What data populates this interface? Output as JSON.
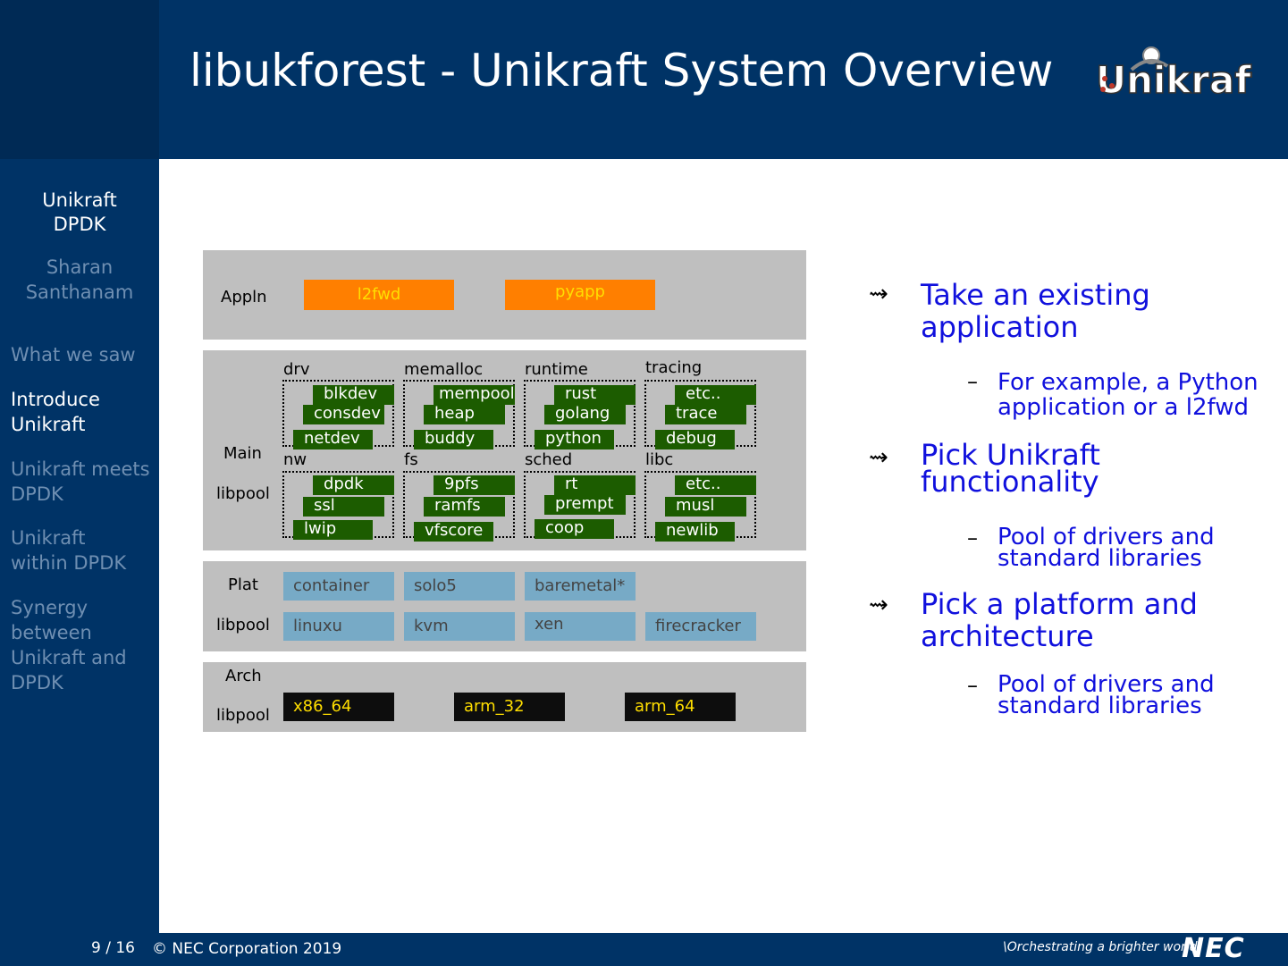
{
  "title": "libukforest - Unikraft System Overview",
  "logo_text": "Unikraft",
  "sidebar": {
    "talk_title_1": "Unikraft",
    "talk_title_2": "DPDK",
    "author_1": "Sharan",
    "author_2": "Santhanam",
    "sections": [
      {
        "label_1": "What we saw",
        "label_2": ""
      },
      {
        "label_1": "Introduce",
        "label_2": "Unikraft"
      },
      {
        "label_1": "Unikraft meets",
        "label_2": "DPDK"
      },
      {
        "label_1": "Unikraft",
        "label_2": "within DPDK"
      },
      {
        "label_1": "Synergy",
        "label_2": "between",
        "label_3": "Unikraft and",
        "label_4": "DPDK"
      }
    ],
    "active_section": 1
  },
  "diagram": {
    "appln": {
      "label": "Appln",
      "apps": [
        "l2fwd",
        "pyapp"
      ]
    },
    "main": {
      "label_1": "Main",
      "label_2": "libpool",
      "groups_top": [
        {
          "title": "drv",
          "items": [
            "blkdev",
            "consdev",
            "netdev"
          ]
        },
        {
          "title": "memalloc",
          "items": [
            "mempool",
            "heap",
            "buddy"
          ]
        },
        {
          "title": "runtime",
          "items": [
            "rust",
            "golang",
            "python"
          ]
        },
        {
          "title": "tracing",
          "items": [
            "etc..",
            "trace",
            "debug"
          ]
        }
      ],
      "groups_bottom": [
        {
          "title": "nw",
          "items": [
            "dpdk",
            "ssl",
            "lwip"
          ]
        },
        {
          "title": "fs",
          "items": [
            "9pfs",
            "ramfs",
            "vfscore"
          ]
        },
        {
          "title": "sched",
          "items": [
            "rt",
            "prempt",
            "coop"
          ]
        },
        {
          "title": "libc",
          "items": [
            "etc..",
            "musl",
            "newlib"
          ]
        }
      ]
    },
    "plat": {
      "label_1": "Plat",
      "label_2": "libpool",
      "row1": [
        "container",
        "solo5",
        "baremetal*"
      ],
      "row2": [
        "linuxu",
        "kvm",
        "xen",
        "firecracker"
      ]
    },
    "arch": {
      "label_1": "Arch",
      "label_2": "libpool",
      "items": [
        "x86_64",
        "arm_32",
        "arm_64"
      ]
    }
  },
  "bullets": [
    {
      "text_1": "Take an existing",
      "text_2": "application",
      "sub_1": "For example, a Python",
      "sub_2": "application or a l2fwd"
    },
    {
      "text_1": "Pick Unikraft",
      "text_2": "functionality",
      "sub_1": "Pool of drivers and",
      "sub_2": "standard libraries"
    },
    {
      "text_1": "Pick a platform and",
      "text_2": "architecture",
      "sub_1": "Pool of drivers and",
      "sub_2": "standard libraries"
    }
  ],
  "footer": {
    "page": "9 / 16",
    "copyright": "© NEC Corporation 2019",
    "tagline": "\\Orchestrating a brighter world",
    "brand": "NEC"
  },
  "colors": {
    "primary": "#003366",
    "app_box": "#ff7f00",
    "lib_box": "#1c5c00",
    "plat_box": "#77aac6",
    "arch_box": "#0d0d0d",
    "bullet_text": "#1010dd"
  }
}
